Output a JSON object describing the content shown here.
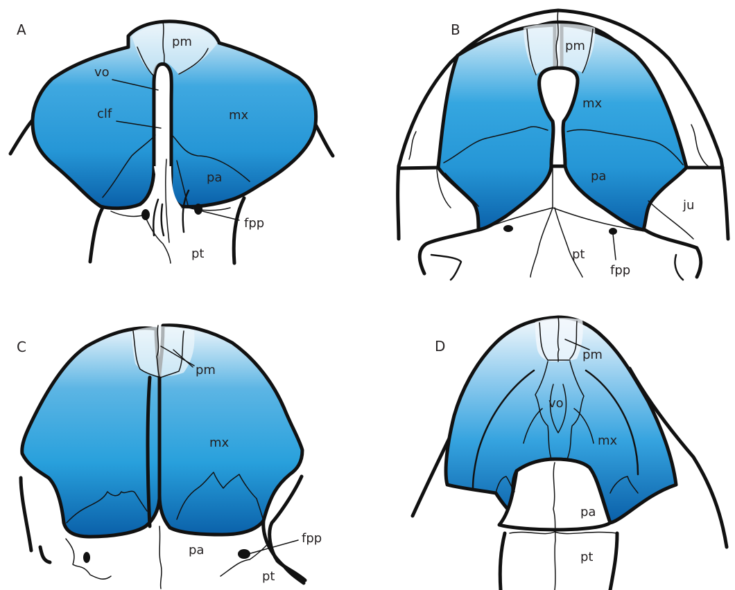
{
  "panels": {
    "A": {
      "letter": "A",
      "labels": {
        "pm": "pm",
        "vo": "vo",
        "clf": "clf",
        "mx": "mx",
        "pa": "pa",
        "fpp": "fpp",
        "pt": "pt"
      }
    },
    "B": {
      "letter": "B",
      "labels": {
        "pm": "pm",
        "mx": "mx",
        "pa": "pa",
        "ju": "ju",
        "pt": "pt",
        "fpp": "fpp"
      }
    },
    "C": {
      "letter": "C",
      "labels": {
        "pm": "pm",
        "mx": "mx",
        "fpp": "fpp",
        "pa": "pa",
        "pt": "pt"
      }
    },
    "D": {
      "letter": "D",
      "labels": {
        "pm": "pm",
        "vo": "vo",
        "mx": "mx",
        "pa": "pa",
        "pt": "pt"
      }
    }
  },
  "colors": {
    "bone_light": "#e8f2fa",
    "bone_mid": "#29a3e0",
    "bone_dark": "#0a63ad",
    "outline": "#111111"
  }
}
